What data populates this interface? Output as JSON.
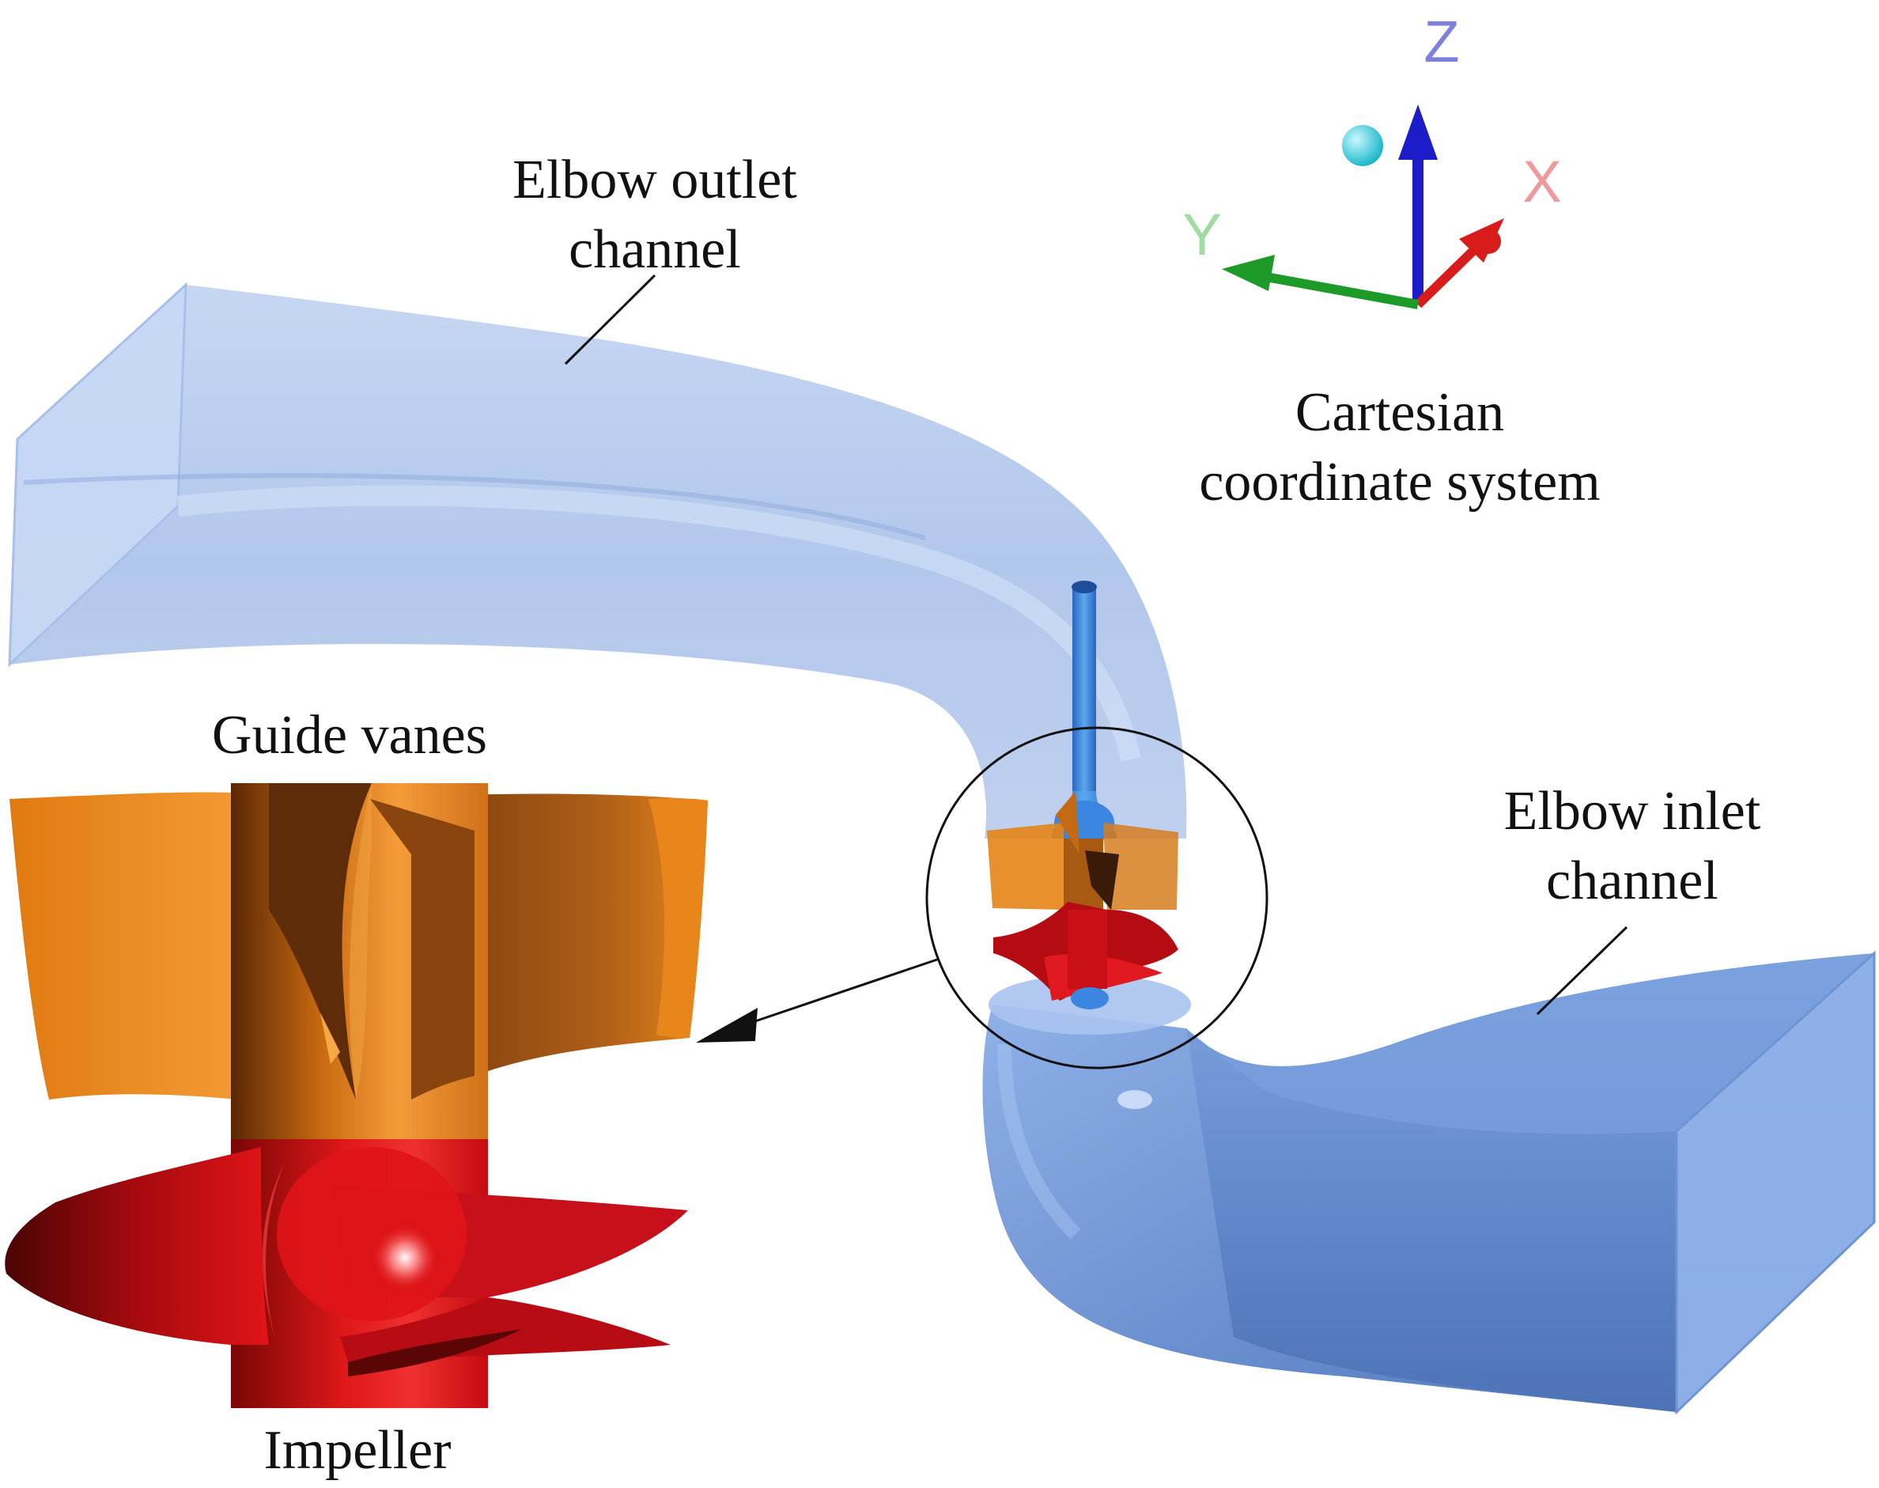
{
  "labels": {
    "elbow_outlet": [
      "Elbow outlet",
      "channel"
    ],
    "elbow_inlet": [
      "Elbow inlet",
      "channel"
    ],
    "coordinate_system": [
      "Cartesian",
      "coordinate system"
    ],
    "guide_vanes": "Guide vanes",
    "impeller": "Impeller"
  },
  "axes": {
    "z": {
      "label": "Z",
      "color": "#1c1cc8"
    },
    "x": {
      "label": "X",
      "color": "#d81c1c"
    },
    "y": {
      "label": "Y",
      "color": "#1e9a28"
    },
    "origin_marker_color": "#1fc6d8"
  },
  "colors": {
    "channel": "#9db8e6",
    "channel_dark": "#5f86c8",
    "shaft": "#3c84dc",
    "guide_vane": "#e48416",
    "guide_vane_dark": "#7e3e0c",
    "impeller": "#d80e14",
    "impeller_dark": "#5a0606"
  }
}
